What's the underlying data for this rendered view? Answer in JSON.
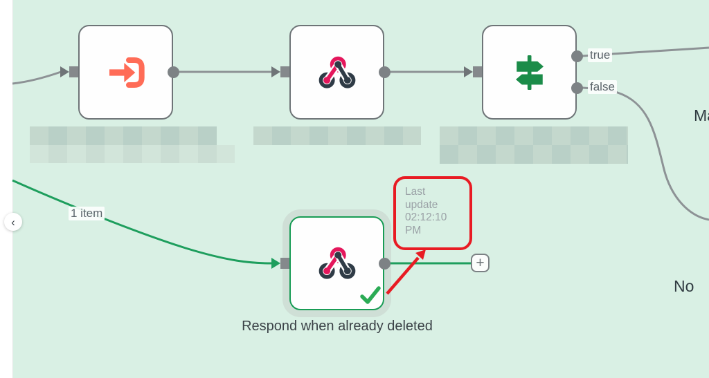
{
  "panel": {
    "collapse_icon": "‹"
  },
  "edge_labels": {
    "true": "true",
    "false": "false",
    "items": "1 item"
  },
  "annotation": {
    "last_update": "Last update 02:12:10 PM"
  },
  "nodes": {
    "respond_label": "Respond when already deleted",
    "partial_label_top_right": "Ma",
    "partial_label_bottom_right": "No",
    "plus": "+"
  },
  "colors": {
    "canvas": "#d9f0e4",
    "edge_gray": "#8d9295",
    "edge_green": "#1e9e5d",
    "node_border": "#6e7477",
    "selected_border": "#189c55",
    "annotation_red": "#e81b23",
    "trigger_orange": "#ff6c57",
    "webhook_pink": "#e4175c",
    "webhook_dark": "#2f3b46",
    "switch_green": "#1b8c49"
  }
}
